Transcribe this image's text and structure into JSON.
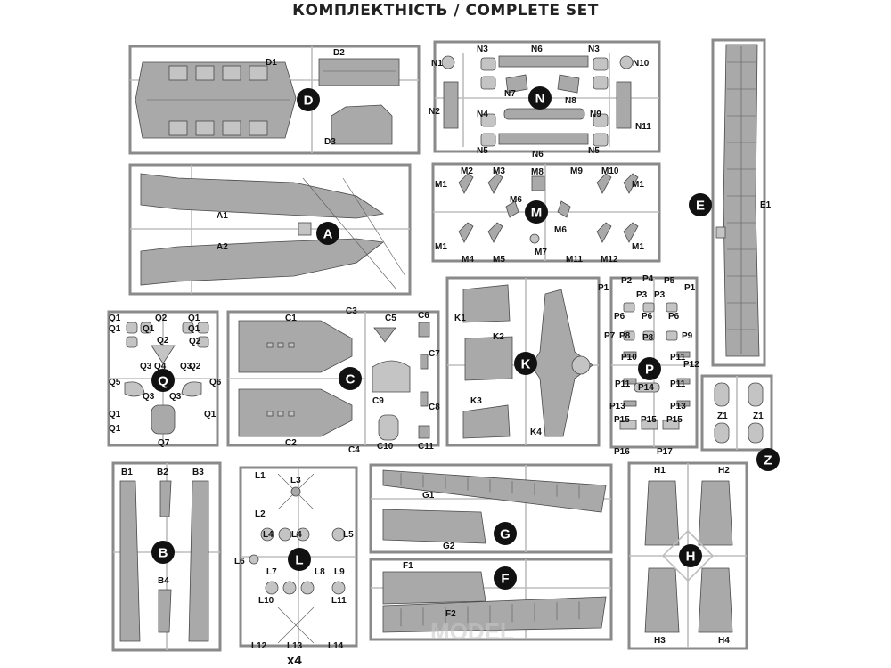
{
  "title": "КОМПЛЕКТНІСТЬ / COMPLETE SET",
  "watermark": "MODEL",
  "multiplier": "x4",
  "sprues": [
    {
      "id": "D",
      "badge": "D",
      "labels": [
        "D1",
        "D2",
        "D3"
      ]
    },
    {
      "id": "N",
      "badge": "N",
      "labels": [
        "N1",
        "N2",
        "N3",
        "N3",
        "N4",
        "N5",
        "N5",
        "N6",
        "N6",
        "N7",
        "N8",
        "N9",
        "N10",
        "N11"
      ]
    },
    {
      "id": "E",
      "badge": "E",
      "labels": [
        "E1"
      ]
    },
    {
      "id": "A",
      "badge": "A",
      "labels": [
        "A1",
        "A2"
      ]
    },
    {
      "id": "M",
      "badge": "M",
      "labels": [
        "M1",
        "M1",
        "M1",
        "M1",
        "M2",
        "M3",
        "M4",
        "M5",
        "M6",
        "M6",
        "M7",
        "M8",
        "M9",
        "M10",
        "M11",
        "M12"
      ]
    },
    {
      "id": "Q",
      "badge": "Q",
      "labels": [
        "Q1",
        "Q1",
        "Q1",
        "Q1",
        "Q1",
        "Q1",
        "Q1",
        "Q1",
        "Q2",
        "Q2",
        "Q2",
        "Q2",
        "Q3",
        "Q3",
        "Q3",
        "Q3",
        "Q4",
        "Q5",
        "Q6",
        "Q7"
      ]
    },
    {
      "id": "C",
      "badge": "C",
      "labels": [
        "C1",
        "C2",
        "C3",
        "C4",
        "C5",
        "C6",
        "C7",
        "C8",
        "C9",
        "C10",
        "C11"
      ]
    },
    {
      "id": "K",
      "badge": "K",
      "labels": [
        "K1",
        "K2",
        "K3",
        "K4"
      ]
    },
    {
      "id": "P",
      "badge": "P",
      "labels": [
        "P1",
        "P1",
        "P2",
        "P3",
        "P3",
        "P4",
        "P5",
        "P6",
        "P6",
        "P6",
        "P7",
        "P8",
        "P8",
        "P9",
        "P10",
        "P11",
        "P11",
        "P11",
        "P12",
        "P13",
        "P13",
        "P14",
        "P15",
        "P15",
        "P15",
        "P16",
        "P17"
      ]
    },
    {
      "id": "Z",
      "badge": "Z",
      "labels": [
        "Z1",
        "Z1"
      ]
    },
    {
      "id": "B",
      "badge": "B",
      "labels": [
        "B1",
        "B2",
        "B3",
        "B4"
      ]
    },
    {
      "id": "L",
      "badge": "L",
      "labels": [
        "L1",
        "L2",
        "L3",
        "L4",
        "L4",
        "L5",
        "L6",
        "L7",
        "L8",
        "L9",
        "L10",
        "L11",
        "L12",
        "L13",
        "L14"
      ]
    },
    {
      "id": "G",
      "badge": "G",
      "labels": [
        "G1",
        "G2"
      ]
    },
    {
      "id": "F",
      "badge": "F",
      "labels": [
        "F1",
        "F2"
      ]
    },
    {
      "id": "H",
      "badge": "H",
      "labels": [
        "H1",
        "H2",
        "H3",
        "H4"
      ]
    }
  ]
}
